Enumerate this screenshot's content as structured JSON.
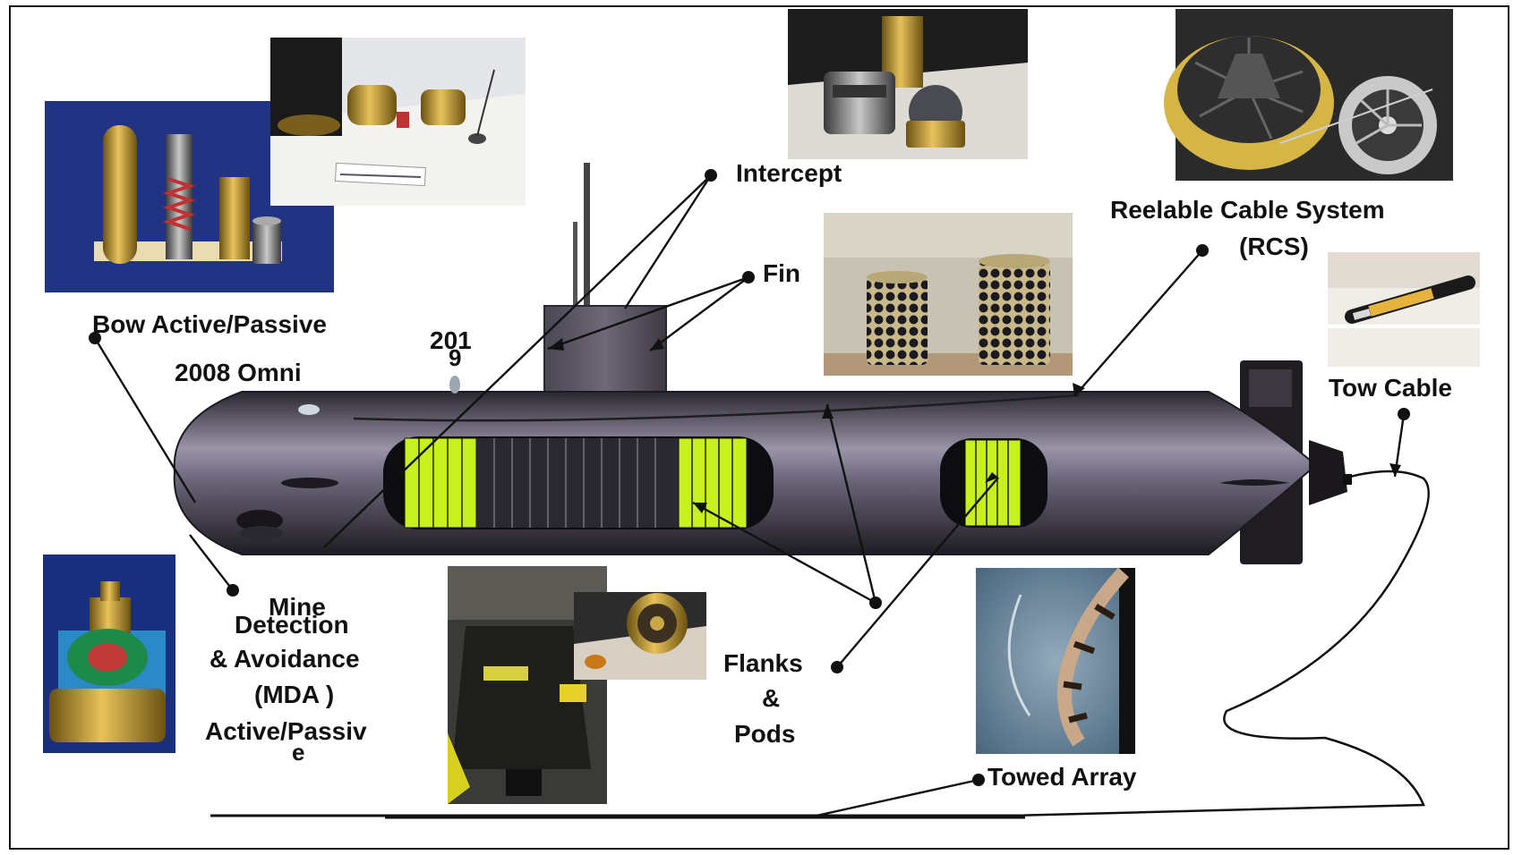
{
  "labels": {
    "intercept": "Intercept",
    "rcs_line1": "Reelable Cable System",
    "rcs_line2": "(RCS)",
    "fin": "Fin",
    "bow": "Bow Active/Passive",
    "num1": "201",
    "num2": "9",
    "omni": "2008 Omni",
    "tow_cable": "Tow Cable",
    "mine": "Mine",
    "detection": "Detection",
    "avoidance": "& Avoidance",
    "mda": "(MDA )",
    "active_passiv": "Active/Passiv",
    "e_char": "e",
    "flanks": "Flanks",
    "amp": "&",
    "pods": "Pods",
    "towed_array": "Towed Array"
  },
  "colors": {
    "hull": "#5e5a68",
    "array_panel": "#c8f01e",
    "text": "#111111",
    "bow_photo_bg": "#1c2f7a"
  },
  "photos": [
    "bow-array-photo",
    "bow-components-photo",
    "intercept-photo",
    "rcs-photo",
    "flank-array-photo",
    "tow-cable-photo",
    "mda-photo",
    "pods-photo",
    "pods-detail-photo",
    "towed-array-photo"
  ]
}
